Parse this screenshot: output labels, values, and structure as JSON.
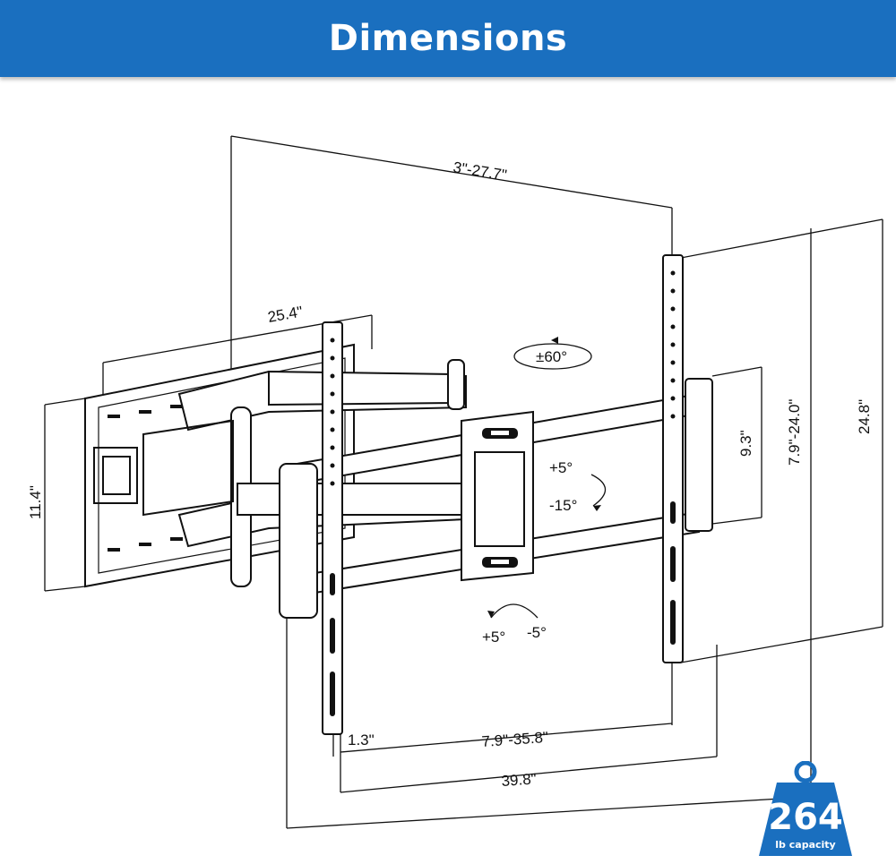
{
  "header": {
    "title": "Dimensions",
    "background": "#1a6fbf"
  },
  "dimensions": {
    "arm_extension": "3\"-27.7\"",
    "wall_plate_width": "25.4\"",
    "wall_plate_height": "11.4\"",
    "swivel": "±60°",
    "tilt_up": "+5°",
    "tilt_down": "-15°",
    "level_left": "+5°",
    "level_right": "-5°",
    "bracket_height": "9.3\"",
    "vertical_range": "7.9\"-24.0\"",
    "overall_height": "24.8\"",
    "offset": "1.3\"",
    "horizontal_range": "7.9\"-35.8\"",
    "overall_width": "39.8\""
  },
  "badge": {
    "value": "264",
    "label": "lb capacity",
    "color": "#1a6fbf"
  }
}
